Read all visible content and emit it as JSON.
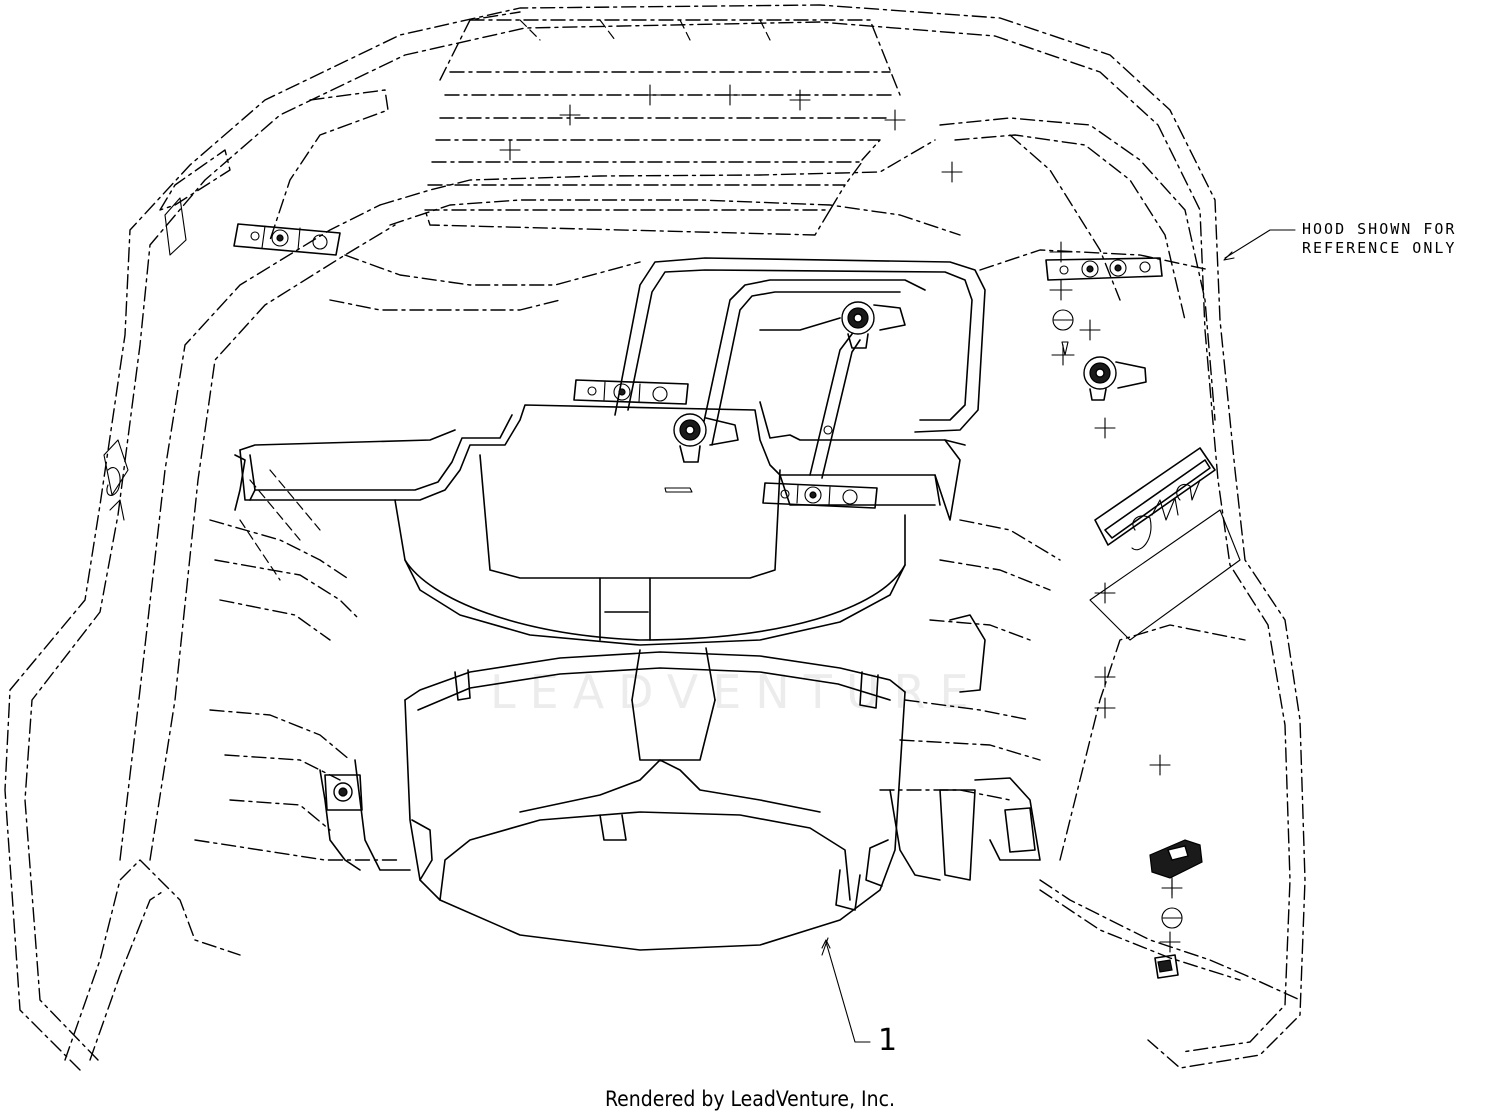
{
  "diagram": {
    "callouts": [
      {
        "id": "hood_note",
        "lines": [
          "HOOD SHOWN FOR",
          "REFERENCE ONLY"
        ]
      },
      {
        "id": "part_1",
        "label": "1"
      }
    ],
    "watermark": "LEADVENTURE",
    "footer": "Rendered by LeadVenture, Inc."
  }
}
